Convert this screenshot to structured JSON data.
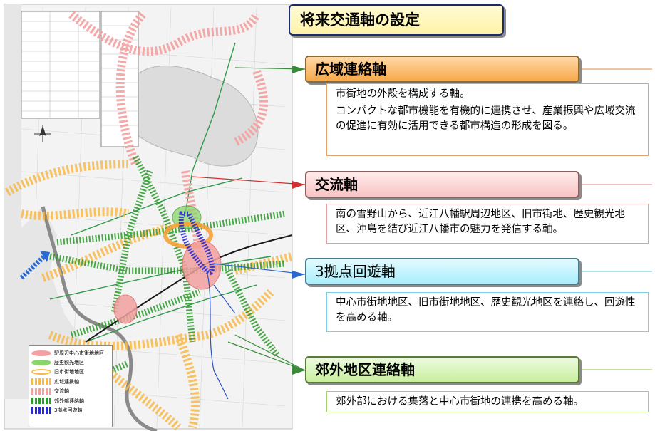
{
  "title": "将来交通軸の設定",
  "axes": [
    {
      "name": "広域連絡軸",
      "paragraphs": [
        "市街地の外殻を構成する軸。",
        "コンパクトな都市機能を有機的に連携させ、産業振興や広域交流の促進に有効に活用できる都市構造の形成を図る。"
      ]
    },
    {
      "name": "交流軸",
      "paragraphs": [
        "南の雪野山から、近江八幡駅周辺地区、旧市街地、歴史観光地区、沖島を結び近江八幡市の魅力を発信する軸。"
      ]
    },
    {
      "name": "3拠点回遊軸",
      "paragraphs": [
        "中心市街地地区、旧市街地地区、歴史観光地区を連絡し、回遊性を高める軸。"
      ]
    },
    {
      "name": "郊外地区連絡軸",
      "paragraphs": [
        "郊外部における集落と中心市街地の連携を高める軸。"
      ]
    }
  ],
  "legend": [
    {
      "label": "駅周辺中心市街地地区",
      "swatch": "ellipse",
      "color": "#f4a0a0"
    },
    {
      "label": "歴史観光地区",
      "swatch": "ellipse",
      "color": "#8ad66a"
    },
    {
      "label": "旧市街地地区",
      "swatch": "ellipse",
      "color": "#f7b94a"
    },
    {
      "label": "広域連携軸",
      "swatch": "dashed",
      "color": "#f7b94a"
    },
    {
      "label": "交流軸",
      "swatch": "dashed",
      "color": "#f4a0a0"
    },
    {
      "label": "郊外部連絡軸",
      "swatch": "dashed",
      "color": "#2a9a2a"
    },
    {
      "label": "3拠点回遊軸",
      "swatch": "dashed",
      "color": "#2a2ad0"
    }
  ],
  "colors": {
    "wide_axis": "#f7b94a",
    "exchange_axis": "#f4a0a0",
    "suburban_axis": "#2a9a2a",
    "loop_axis": "#2a2ad0",
    "rail": "#1a1a1a",
    "road_green": "#2f9a4a"
  }
}
